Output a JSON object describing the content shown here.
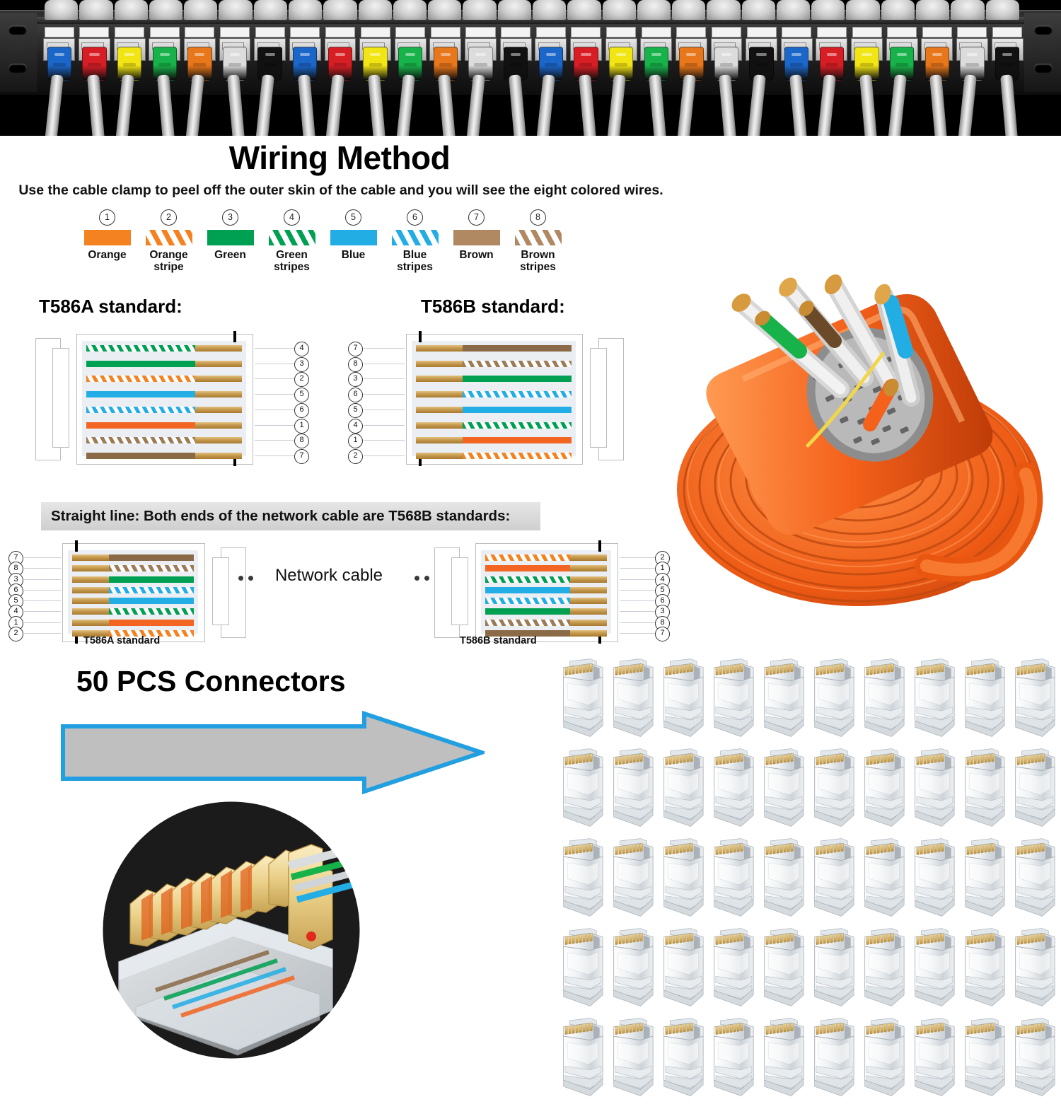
{
  "header": {
    "title": "Wiring Method",
    "subtitle": "Use the cable clamp to peel off the outer skin of the cable and you will see the eight colored wires."
  },
  "legend": {
    "items": [
      {
        "num": "1",
        "name": "Orange",
        "name2": "",
        "type": "solid",
        "color": "#F58220"
      },
      {
        "num": "2",
        "name": "Orange",
        "name2": "stripe",
        "type": "stripe",
        "color": "#F58220"
      },
      {
        "num": "3",
        "name": "Green",
        "name2": "",
        "type": "solid",
        "color": "#00A052"
      },
      {
        "num": "4",
        "name": "Green",
        "name2": "stripes",
        "type": "stripe",
        "color": "#00A052"
      },
      {
        "num": "5",
        "name": "Blue",
        "name2": "",
        "type": "solid",
        "color": "#22AEE5"
      },
      {
        "num": "6",
        "name": "Blue",
        "name2": "stripes",
        "type": "stripe",
        "color": "#22AEE5"
      },
      {
        "num": "7",
        "name": "Brown",
        "name2": "",
        "type": "solid",
        "color": "#B08963"
      },
      {
        "num": "8",
        "name": "Brown",
        "name2": "stripes",
        "type": "stripe",
        "color": "#B08963"
      }
    ]
  },
  "standards": {
    "a_heading": "T586A standard:",
    "b_heading": "T586B standard:",
    "t586a_rows": [
      {
        "pin": "4",
        "type": "stripe",
        "color": "#00A052"
      },
      {
        "pin": "3",
        "type": "solid",
        "color": "#00A052"
      },
      {
        "pin": "2",
        "type": "stripe",
        "color": "#F58220"
      },
      {
        "pin": "5",
        "type": "solid",
        "color": "#22AEE5"
      },
      {
        "pin": "6",
        "type": "stripe",
        "color": "#22AEE5"
      },
      {
        "pin": "1",
        "type": "solid",
        "color": "#F26522"
      },
      {
        "pin": "8",
        "type": "stripe",
        "color": "#9C7B56"
      },
      {
        "pin": "7",
        "type": "solid",
        "color": "#8B6A47"
      }
    ],
    "t586b_rows": [
      {
        "pin": "7",
        "type": "solid",
        "color": "#8B6A47"
      },
      {
        "pin": "8",
        "type": "stripe",
        "color": "#9C7B56"
      },
      {
        "pin": "3",
        "type": "solid",
        "color": "#00A052"
      },
      {
        "pin": "6",
        "type": "stripe",
        "color": "#22AEE5"
      },
      {
        "pin": "5",
        "type": "solid",
        "color": "#22AEE5"
      },
      {
        "pin": "4",
        "type": "stripe",
        "color": "#00A052"
      },
      {
        "pin": "1",
        "type": "solid",
        "color": "#F26522"
      },
      {
        "pin": "2",
        "type": "stripe",
        "color": "#F58220"
      }
    ]
  },
  "straight": {
    "banner": "Straight line: Both ends of the network cable are T568B standards:",
    "network_cable_label": "Network cable",
    "left_caption": "T586A standard",
    "right_caption": "T586B standard",
    "left_rows": [
      {
        "pin": "7",
        "type": "solid",
        "color": "#8B6A47"
      },
      {
        "pin": "8",
        "type": "stripe",
        "color": "#9C7B56"
      },
      {
        "pin": "3",
        "type": "solid",
        "color": "#00A052"
      },
      {
        "pin": "6",
        "type": "stripe",
        "color": "#22AEE5"
      },
      {
        "pin": "5",
        "type": "solid",
        "color": "#22AEE5"
      },
      {
        "pin": "4",
        "type": "stripe",
        "color": "#00A052"
      },
      {
        "pin": "1",
        "type": "solid",
        "color": "#F26522"
      },
      {
        "pin": "2",
        "type": "stripe",
        "color": "#F58220"
      }
    ],
    "right_rows": [
      {
        "pin": "2",
        "type": "stripe",
        "color": "#F58220"
      },
      {
        "pin": "1",
        "type": "solid",
        "color": "#F26522"
      },
      {
        "pin": "4",
        "type": "stripe",
        "color": "#00A052"
      },
      {
        "pin": "5",
        "type": "solid",
        "color": "#22AEE5"
      },
      {
        "pin": "6",
        "type": "stripe",
        "color": "#22AEE5"
      },
      {
        "pin": "3",
        "type": "solid",
        "color": "#00A052"
      },
      {
        "pin": "8",
        "type": "stripe",
        "color": "#9C7B56"
      },
      {
        "pin": "7",
        "type": "solid",
        "color": "#8B6A47"
      }
    ]
  },
  "promo": {
    "pcs_title": "50 PCS Connectors",
    "arrow_fill": "#BFBFBF",
    "arrow_stroke": "#229FE0"
  },
  "patch_panel": {
    "port_colors": [
      "#1B66C9",
      "#D81E25",
      "#F2E514",
      "#18B24A",
      "#E8761A",
      "#DCDCDC",
      "#111111",
      "#1B66C9",
      "#D81E25",
      "#F2E514",
      "#18B24A",
      "#E8761A",
      "#DCDCDC",
      "#111111",
      "#1B66C9",
      "#D81E25",
      "#F2E514",
      "#18B24A",
      "#E8761A",
      "#DCDCDC",
      "#111111",
      "#1B66C9",
      "#D81E25",
      "#F2E514",
      "#18B24A",
      "#E8761A",
      "#DCDCDC",
      "#111111"
    ]
  },
  "connector_grid": {
    "columns": 10,
    "rows": 5,
    "count": 50
  }
}
